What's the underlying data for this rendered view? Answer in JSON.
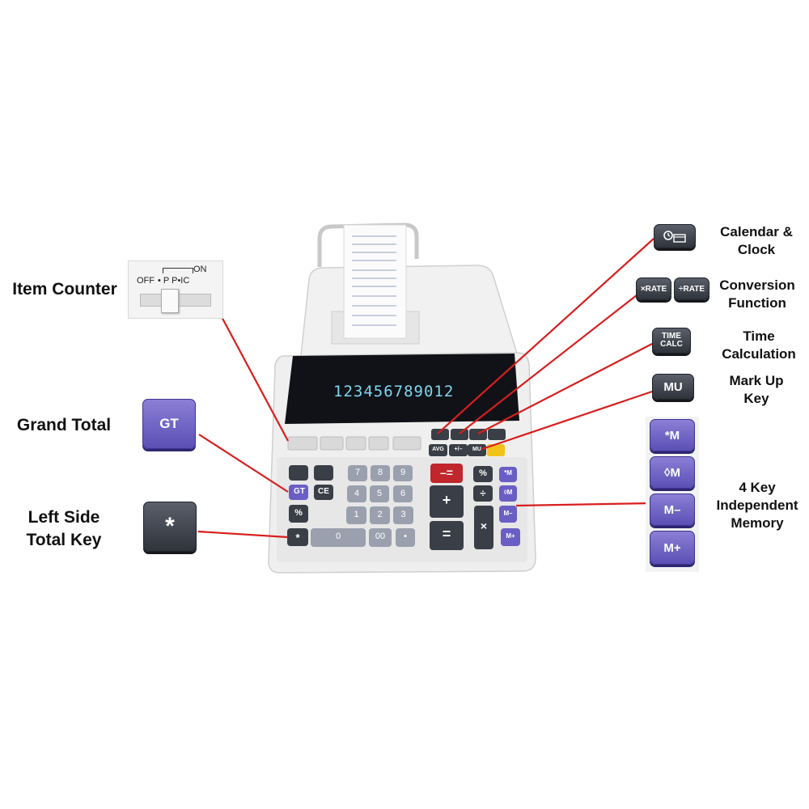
{
  "labels": {
    "item_counter": "Item Counter",
    "grand_total": "Grand Total",
    "left_side_total": [
      "Left Side",
      "Total Key"
    ],
    "calendar_clock": [
      "Calendar &",
      "Clock"
    ],
    "conversion": [
      "Conversion",
      "Function"
    ],
    "time_calc": [
      "Time",
      "Calculation"
    ],
    "mark_up": [
      "Mark Up",
      "Key"
    ],
    "memory": [
      "4 Key",
      "Independent",
      "Memory"
    ]
  },
  "callout_keys": {
    "gt": "GT",
    "star": "*",
    "rate_mult": "×RATE",
    "rate_div": "÷RATE",
    "time_calc": [
      "TIME",
      "CALC"
    ],
    "mu": "MU",
    "memory": [
      "*M",
      "◊M",
      "M–",
      "M+"
    ]
  },
  "item_counter_switch": {
    "off": "OFF",
    "positions": "• P P•IC",
    "on": "ON"
  },
  "display": {
    "digits": "123456789012"
  },
  "calculator_keys": {
    "digits": [
      "7",
      "8",
      "9",
      "4",
      "5",
      "6",
      "1",
      "2",
      "3",
      "0",
      "00",
      "•"
    ],
    "function": [
      "GT",
      "CE",
      "%",
      "*",
      "–=",
      "+",
      "=",
      "%",
      "÷",
      "×",
      "*M",
      "◊M",
      "M–",
      "M+",
      "AVG",
      "+/–",
      "MU"
    ]
  },
  "colors": {
    "leader": "#d81e1e",
    "dark_key": "#3a3e46",
    "purple_key": "#6a5ec4",
    "red_key": "#c0262b",
    "yellow_key": "#f2c21b"
  }
}
